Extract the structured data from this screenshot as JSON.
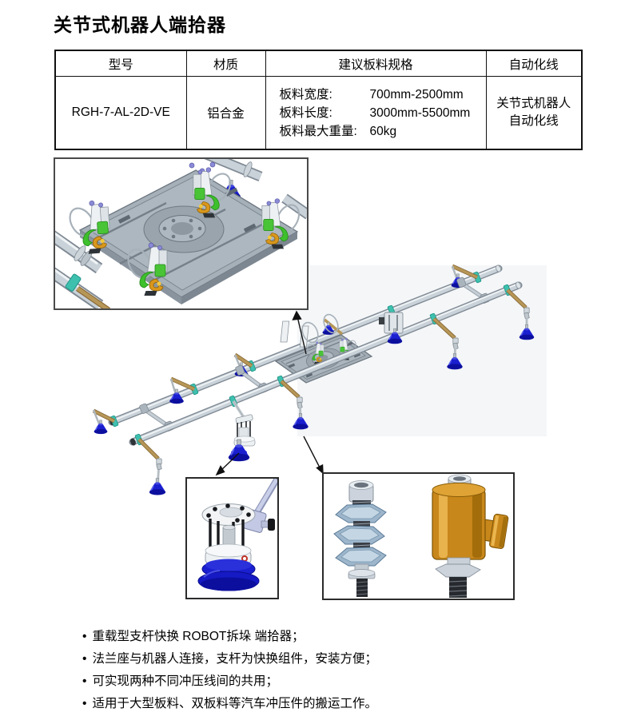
{
  "page": {
    "title": "关节式机器人端拾器"
  },
  "table": {
    "headers": [
      "型号",
      "材质",
      "建议板料规格",
      "自动化线"
    ],
    "row": {
      "model": "RGH-7-AL-2D-VE",
      "material": "铝合金",
      "specs": [
        {
          "label": "板料宽度:",
          "value": "700mm-2500mm"
        },
        {
          "label": "板料长度:",
          "value": "3000mm-5500mm"
        },
        {
          "label": "板料最大重量:",
          "value": "60kg"
        }
      ],
      "line": [
        "关节式机器人",
        "自动化线"
      ]
    }
  },
  "bullet_marker": "•",
  "bullets": [
    "重载型支杆快换 ROBOT拆垛 端拾器；",
    "法兰座与机器人连接，支杆为快换组件，安装方便；",
    "可实现两种不同冲压线间的共用；",
    "适用于大型板料、双板料等汽车冲压件的搬运工作。"
  ],
  "figure": {
    "palette": {
      "suction_cup_blue": "#1a1fd0",
      "rail_gray": "#c9d2d9",
      "clamp_teal": "#3ec0ae",
      "rod_tan": "#b79757",
      "clamp_green": "#3ec02c",
      "hook_orange": "#d9971c",
      "shock_gold": "#c8871b",
      "nut_steel_blue": "#9db6cc",
      "bolt_purple": "#8a8ad6"
    }
  }
}
